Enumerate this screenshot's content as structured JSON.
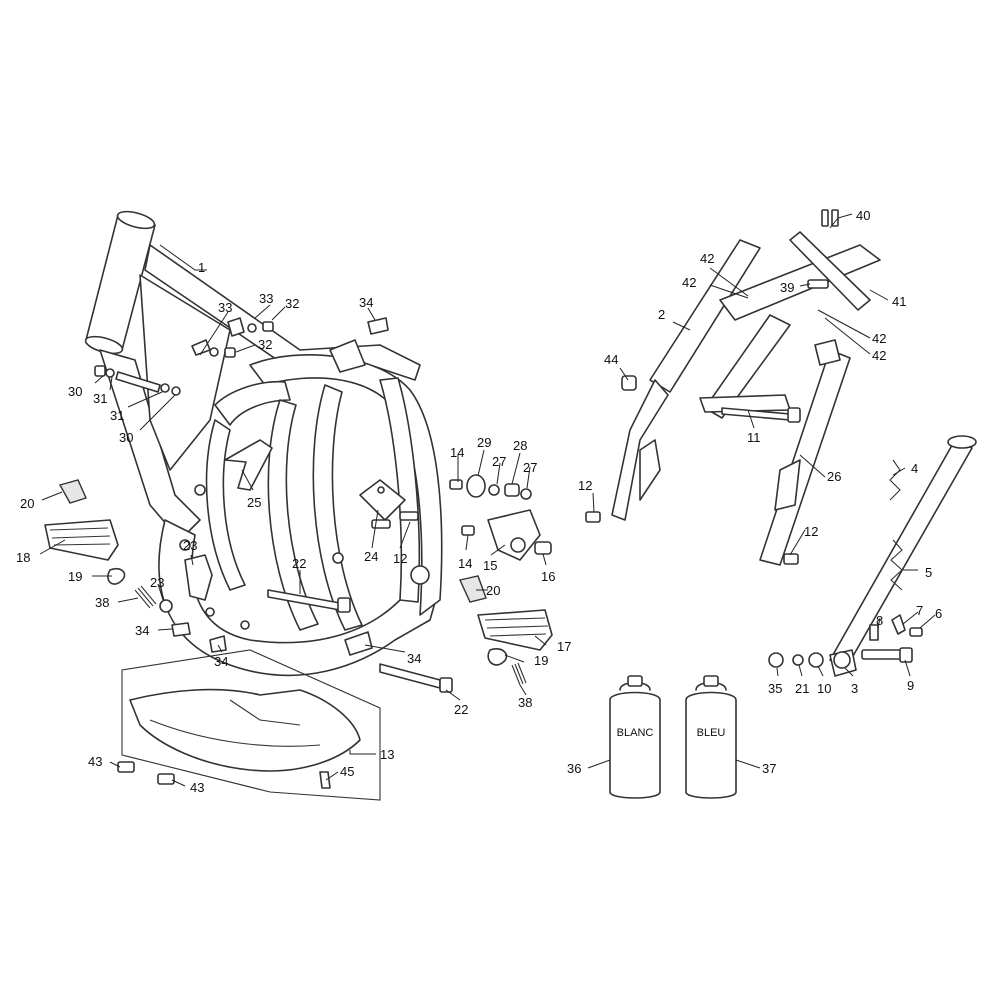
{
  "diagram": {
    "callouts": {
      "c1": "1",
      "c2": "2",
      "c3": "3",
      "c4": "4",
      "c5": "5",
      "c6": "6",
      "c7": "7",
      "c8": "8",
      "c9": "9",
      "c10": "10",
      "c11": "11",
      "c12a": "12",
      "c12b": "12",
      "c12c": "12",
      "c13": "13",
      "c14a": "14",
      "c14b": "14",
      "c15": "15",
      "c16": "16",
      "c17": "17",
      "c18": "18",
      "c19a": "19",
      "c19b": "19",
      "c20a": "20",
      "c20b": "20",
      "c21": "21",
      "c22a": "22",
      "c22b": "22",
      "c23a": "23",
      "c23b": "23",
      "c24": "24",
      "c25": "25",
      "c26": "26",
      "c27a": "27",
      "c27b": "27",
      "c28": "28",
      "c29": "29",
      "c30a": "30",
      "c30b": "30",
      "c31a": "31",
      "c31b": "31",
      "c32a": "32",
      "c32b": "32",
      "c33a": "33",
      "c33b": "33",
      "c34a": "34",
      "c34b": "34",
      "c34c": "34",
      "c34d": "34",
      "c35": "35",
      "c36": "36",
      "c37": "37",
      "c38a": "38",
      "c38b": "38",
      "c39": "39",
      "c40": "40",
      "c41": "41",
      "c42a": "42",
      "c42b": "42",
      "c42c": "42",
      "c42d": "42",
      "c43a": "43",
      "c43b": "43",
      "c44": "44",
      "c45": "45"
    },
    "paint_cans": {
      "white_label": "BLANC",
      "blue_label": "BLEU"
    }
  }
}
